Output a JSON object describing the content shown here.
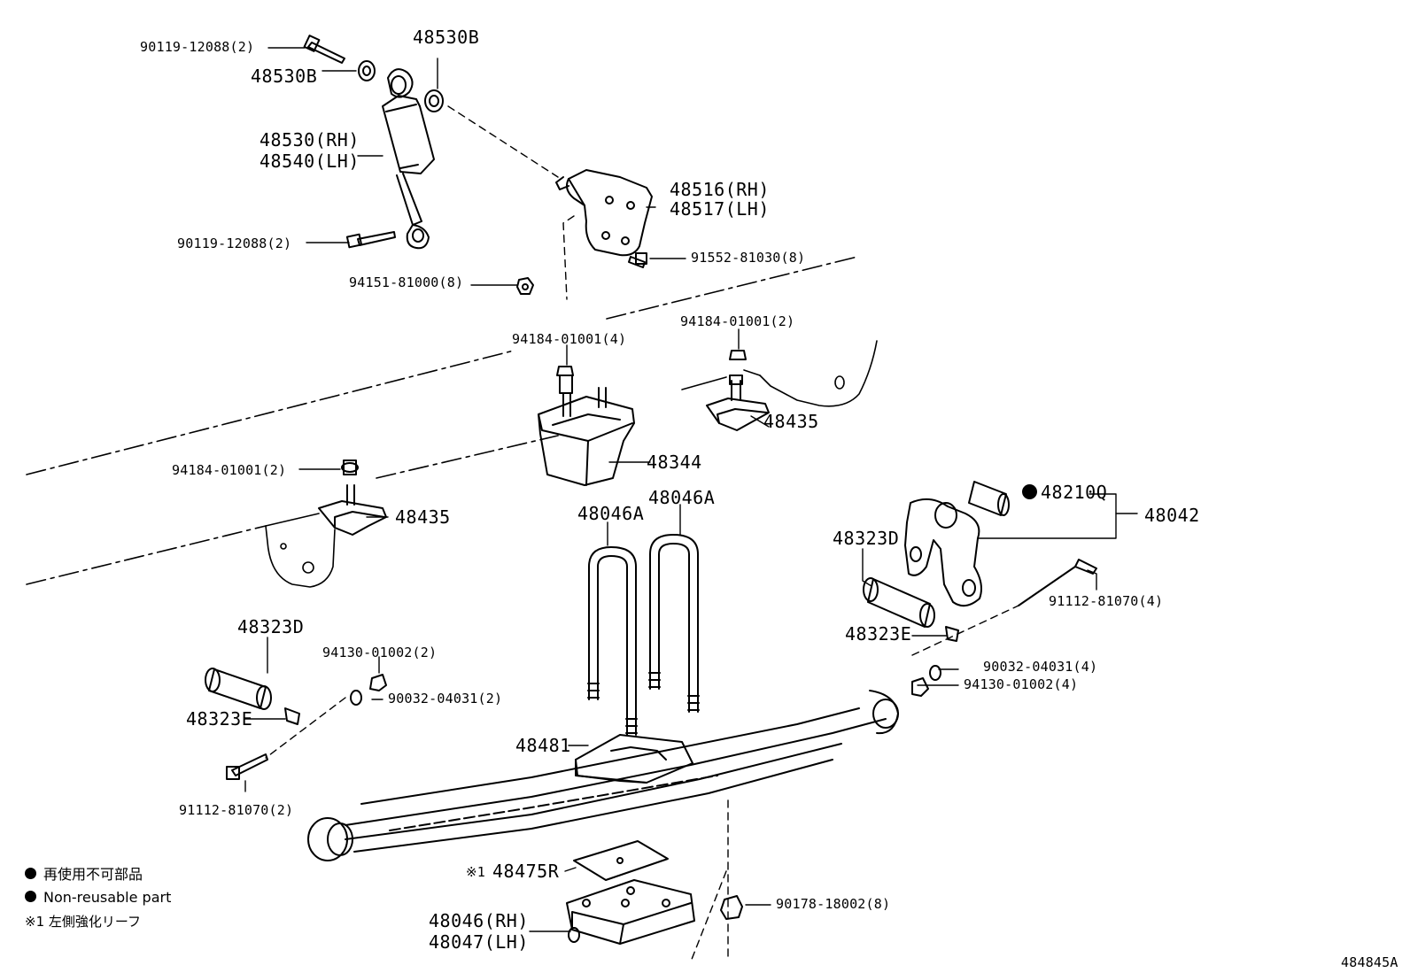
{
  "diagram": {
    "figure_code": "484845A",
    "labels": {
      "bolt_top": "90119-12088(2)",
      "washer_top": "48530B",
      "bushing_top": "48530B",
      "absorber_rh": "48530(RH)",
      "absorber_lh": "48540(LH)",
      "bolt_bottom": "90119-12088(2)",
      "nut_8": "94151-81000(8)",
      "bracket_rh": "48516(RH)",
      "bracket_lh": "48517(LH)",
      "bolt_8": "91552-81030(8)",
      "nut_4": "94184-01001(4)",
      "nut_2_right": "94184-01001(2)",
      "stopper_right": "48435",
      "bumper_48344": "48344",
      "nut_2_left": "94184-01001(2)",
      "stopper_left": "48435",
      "ubolt_a": "48046A",
      "ubolt_b": "48046A",
      "bushing_48210q": "48210Q",
      "shackle_48042": "48042",
      "pin_right_d": "48323D",
      "bolt_right": "91112-81070(4)",
      "pin_right_e": "48323E",
      "washer_right": "90032-04031(4)",
      "nut_right": "94130-01002(4)",
      "pin_left_d": "48323D",
      "nut_left": "94130-01002(2)",
      "washer_left": "90032-04031(2)",
      "pin_left_e": "48323E",
      "bolt_left": "91112-81070(2)",
      "seat_48481": "48481",
      "leaf_48475r": "48475R",
      "leaf_prefix": "※1",
      "nut_90178": "90178-18002(8)",
      "seat_rh": "48046(RH)",
      "seat_lh": "48047(LH)"
    },
    "legend": {
      "non_reusable_jp": "再使用不可部品",
      "non_reusable_en": "Non-reusable part",
      "note_mark": "※1",
      "note_text": "左側強化リーフ"
    }
  }
}
